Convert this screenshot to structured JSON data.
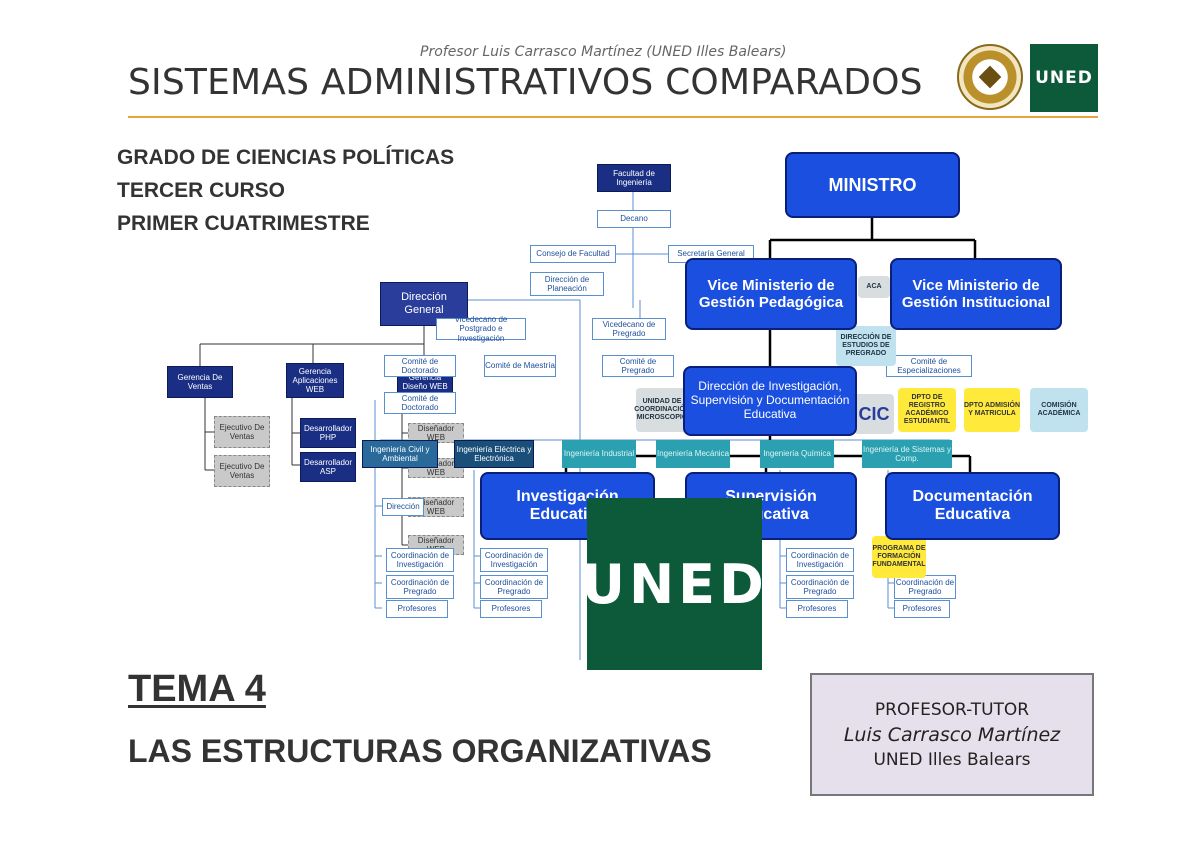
{
  "header": {
    "subtitle": "Profesor Luis Carrasco Martínez (UNED Illes Balears)",
    "title": "SISTEMAS ADMINISTRATIVOS COMPARADOS",
    "logo_text": "UNED",
    "rule_color": "#e8a33d"
  },
  "course": {
    "lines": [
      "GRADO DE CIENCIAS POLÍTICAS",
      "TERCER CURSO",
      "PRIMER CUATRIMESTRE"
    ]
  },
  "collage": {
    "ministry": {
      "ministro": "MINISTRO",
      "vice_pedagogica": "Vice Ministerio de Gestión Pedagógica",
      "vice_institucional": "Vice Ministerio de Gestión Institucional",
      "direccion_investigacion": "Dirección de Investigación, Supervisión y Documentación Educativa",
      "investigacion": "Investigación Educativa",
      "supervision": "Supervisión Educativa",
      "documentacion": "Documentación Educativa"
    },
    "faculty": {
      "facultad": "Facultad de Ingeniería",
      "decano": "Decano",
      "consejo": "Consejo de Facultad",
      "secretaria": "Secretaría General",
      "planeacion": "Dirección de Planeación",
      "vicedecano_investigacion": "Vicedecano de Postgrado e Investigación",
      "vicedecano_pregrado": "Vicedecano de Pregrado",
      "comite_maestria": "Comité de Maestría",
      "comite_doctorado": "Comité de Doctorado",
      "comite_pregrado": "Comité de Pregrado",
      "comite_especializaciones": "Comité de Especializaciones",
      "ing_civil": "Ingeniería Civil y Ambiental",
      "ing_electrica": "Ingeniería Eléctrica y Electrónica",
      "ing_industrial": "Ingeniería Industrial",
      "ing_mecanica": "Ingeniería Mecánica",
      "ing_quimica": "Ingeniería Química",
      "ing_sistemas": "Ingeniería de Sistemas y Comp.",
      "direccion": "Dirección",
      "coordinacion_investigacion": "Coordinación de Investigación",
      "coordinacion_pregrado": "Coordinación de Pregrado",
      "profesores": "Profesores"
    },
    "web": {
      "direccion_general": "Dirección General",
      "gerencia_ventas": "Gerencia De Ventas",
      "gerencia_aplicaciones": "Gerencia Aplicaciones WEB",
      "gerencia_diseno": "Gerencia Diseño WEB",
      "ejecutivo_ventas": "Ejecutivo De Ventas",
      "desarrollador_php": "Desarrollador PHP",
      "desarrollador_asp": "Desarrollador ASP",
      "disenador_web": "Diseñador WEB"
    },
    "academic": {
      "direccion_estudios": "DIRECCIÓN DE ESTUDIOS DE PREGRADO",
      "unidad_coordinacion": "UNIDAD DE COORDINACIÓN MICROSCOPIO",
      "dpto_registro": "DPTO DE REGISTRO ACADÉMICO ESTUDIANTIL",
      "dpto_admision": "DPTO ADMISIÓN Y MATRICULA",
      "comision_academica": "COMISIÓN ACADÉMICA",
      "programa_formacion": "PROGRAMA DE FORMACIÓN FUNDAMENTAL",
      "cic": "CIC",
      "aca": "ACA"
    },
    "logo_text": "UNED"
  },
  "tema": {
    "number": "TEMA 4",
    "title": "LAS ESTRUCTURAS ORGANIZATIVAS"
  },
  "tutor": {
    "role": "PROFESOR-TUTOR",
    "name": "Luis Carrasco Martínez",
    "center": "UNED Illes Balears",
    "bg_color": "#e6e0ec"
  }
}
